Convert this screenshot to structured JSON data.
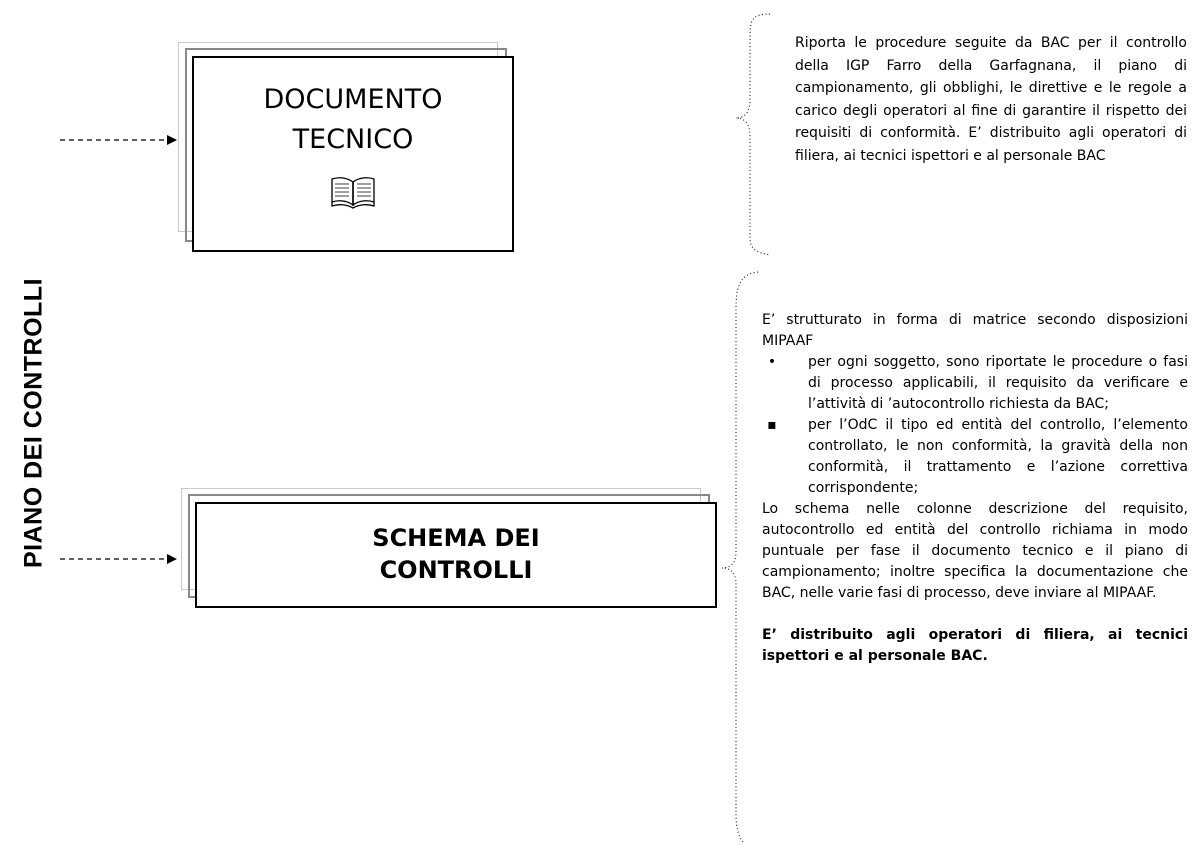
{
  "vertical_title": "PIANO   DEI   CONTROLLI",
  "box1": {
    "title_line1": "DOCUMENTO",
    "title_line2": "TECNICO",
    "icon": "open-book-icon",
    "description": "Riporta le procedure seguite da BAC per il controllo della IGP Farro della Garfagnana, il piano di  campionamento, gli obblighi, le direttive e le regole a carico degli operatori al fine di garantire il rispetto dei requisiti di conformità. E’ distribuito agli operatori di filiera, ai tecnici ispettori e al personale BAC"
  },
  "box2": {
    "title_line1": "SCHEMA DEI",
    "title_line2": "CONTROLLI",
    "intro": "E’ strutturato in forma di matrice secondo disposizioni MIPAAF",
    "bullets": [
      {
        "symbol": "•",
        "text": "per ogni soggetto, sono riportate le procedure o fasi di processo applicabili, il requisito da verificare e l’attività di ’autocontrollo richiesta da BAC;"
      },
      {
        "symbol": "▪",
        "text": "per l’OdC il tipo ed entità del controllo, l’elemento controllato, le non conformità, la gravità della non conformità, il trattamento e l’azione correttiva corrispondente;"
      }
    ],
    "paragraph": "Lo schema nelle colonne descrizione del requisito, autocontrollo ed entità del controllo richiama in modo puntuale per fase il documento tecnico e il piano di campionamento; inoltre specifica la documentazione che BAC, nelle varie fasi di processo, deve inviare al MIPAAF.",
    "closing": "E’ distribuito agli operatori di filiera, ai tecnici ispettori e al personale BAC."
  }
}
